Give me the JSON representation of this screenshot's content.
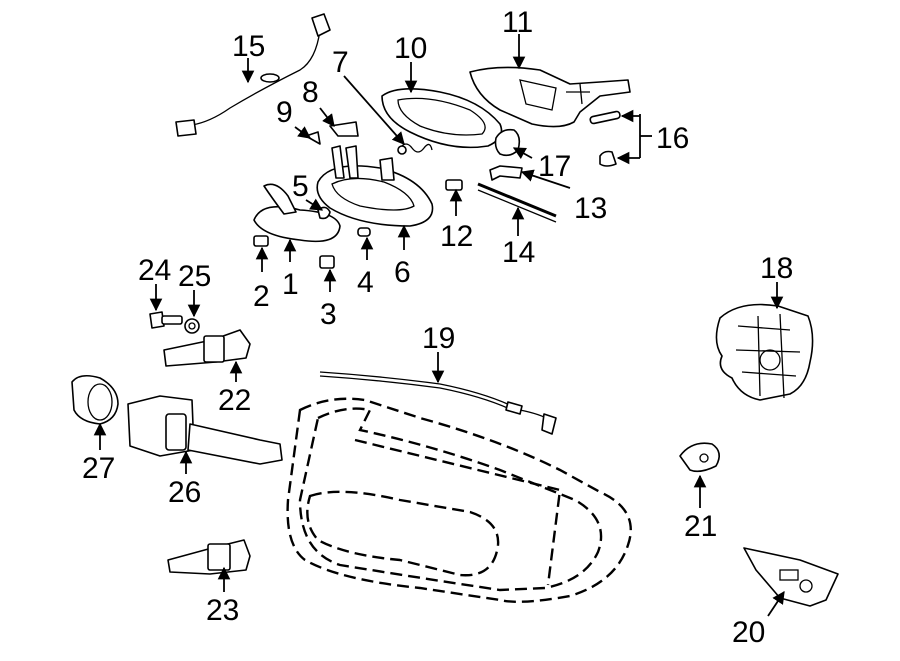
{
  "callouts": [
    {
      "id": "1",
      "text": "1"
    },
    {
      "id": "2",
      "text": "2"
    },
    {
      "id": "3",
      "text": "3"
    },
    {
      "id": "4",
      "text": "4"
    },
    {
      "id": "5",
      "text": "5"
    },
    {
      "id": "6",
      "text": "6"
    },
    {
      "id": "7",
      "text": "7"
    },
    {
      "id": "8",
      "text": "8"
    },
    {
      "id": "9",
      "text": "9"
    },
    {
      "id": "10",
      "text": "10"
    },
    {
      "id": "11",
      "text": "11"
    },
    {
      "id": "12",
      "text": "12"
    },
    {
      "id": "13",
      "text": "13"
    },
    {
      "id": "14",
      "text": "14"
    },
    {
      "id": "15",
      "text": "15"
    },
    {
      "id": "16",
      "text": "16"
    },
    {
      "id": "17",
      "text": "17"
    },
    {
      "id": "18",
      "text": "18"
    },
    {
      "id": "19",
      "text": "19"
    },
    {
      "id": "20",
      "text": "20"
    },
    {
      "id": "21",
      "text": "21"
    },
    {
      "id": "22",
      "text": "22"
    },
    {
      "id": "23",
      "text": "23"
    },
    {
      "id": "24",
      "text": "24"
    },
    {
      "id": "25",
      "text": "25"
    },
    {
      "id": "26",
      "text": "26"
    },
    {
      "id": "27",
      "text": "27"
    }
  ]
}
